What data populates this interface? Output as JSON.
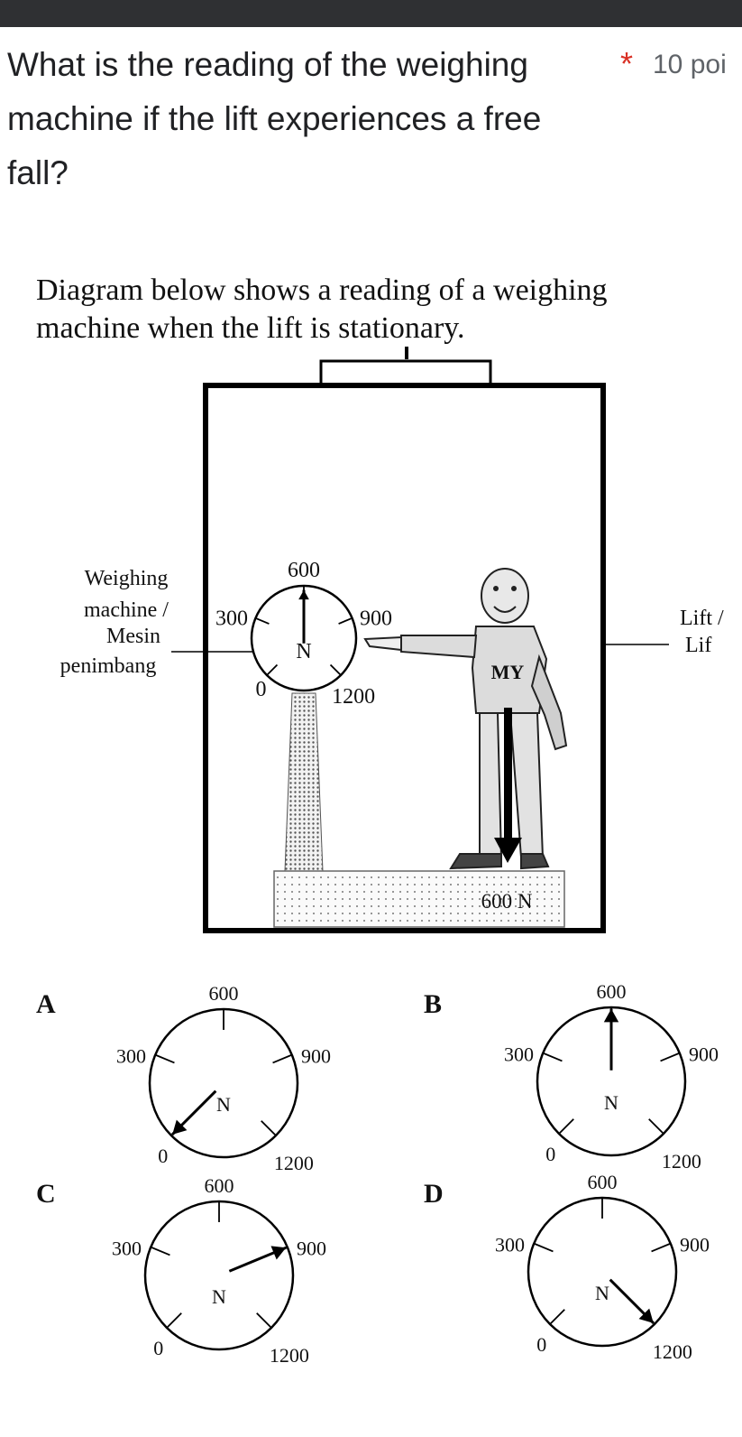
{
  "question": {
    "text": "What is the reading of the weighing machine if the lift experiences a free fall?",
    "required_mark": "*",
    "points": "10 poi"
  },
  "diagram": {
    "caption_line1": "Diagram below shows a reading of a weighing",
    "caption_line2": "machine when the lift is stationary.",
    "weighing_label": [
      "Weighing",
      "machine /",
      "Mesin",
      "penimbang"
    ],
    "lift_label": [
      "Lift /",
      "Lif"
    ],
    "scale_labels": [
      "600",
      "300",
      "900",
      "0",
      "1200",
      "N"
    ],
    "shirt_text": "MY",
    "weight_label": "600 N",
    "main_reading": 600
  },
  "options": [
    {
      "letter": "A",
      "reading": 0,
      "labels": [
        "600",
        "300",
        "900",
        "0",
        "1200",
        "N"
      ]
    },
    {
      "letter": "B",
      "reading": 600,
      "labels": [
        "600",
        "300",
        "900",
        "0",
        "1200",
        "N"
      ]
    },
    {
      "letter": "C",
      "reading": 900,
      "labels": [
        "600",
        "300",
        "900",
        "0",
        "1200",
        "N"
      ]
    },
    {
      "letter": "D",
      "reading": 1200,
      "labels": [
        "600",
        "300",
        "900",
        "0",
        "1200",
        "N"
      ]
    }
  ],
  "colors": {
    "required": "#d93025",
    "points": "#5f6368",
    "topbar": "#2f3033"
  }
}
